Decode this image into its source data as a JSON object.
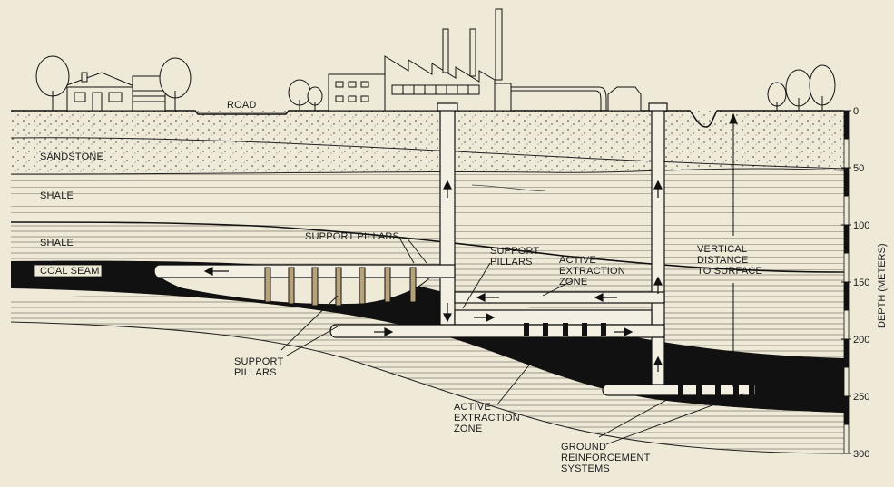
{
  "labels": {
    "road": "ROAD",
    "sandstone": "SANDSTONE",
    "shale_upper": "SHALE",
    "shale_lower": "SHALE",
    "coal_seam": "COAL SEAM",
    "support_pillars_top": "SUPPORT PILLARS",
    "support_pillars_mid_1": "SUPPORT",
    "support_pillars_mid_2": "PILLARS",
    "support_pillars_left_1": "SUPPORT",
    "support_pillars_left_2": "PILLARS",
    "active_zone_upper_1": "ACTIVE",
    "active_zone_upper_2": "EXTRACTION",
    "active_zone_upper_3": "ZONE",
    "active_zone_lower_1": "ACTIVE",
    "active_zone_lower_2": "EXTRACTION",
    "active_zone_lower_3": "ZONE",
    "vertical_distance_1": "VERTICAL",
    "vertical_distance_2": "DISTANCE",
    "vertical_distance_3": "TO SURFACE",
    "ground_reinforcement_1": "GROUND",
    "ground_reinforcement_2": "REINFORCEMENT",
    "ground_reinforcement_3": "SYSTEMS"
  },
  "depth_axis": {
    "title": "DEPTH (METERS)",
    "ticks": [
      0,
      50,
      100,
      150,
      200,
      250,
      300
    ]
  },
  "colors": {
    "paper": "#efe9d8",
    "ink": "#1a1a1a",
    "coal": "#111111",
    "tunnel_fill": "#f3efe3"
  }
}
